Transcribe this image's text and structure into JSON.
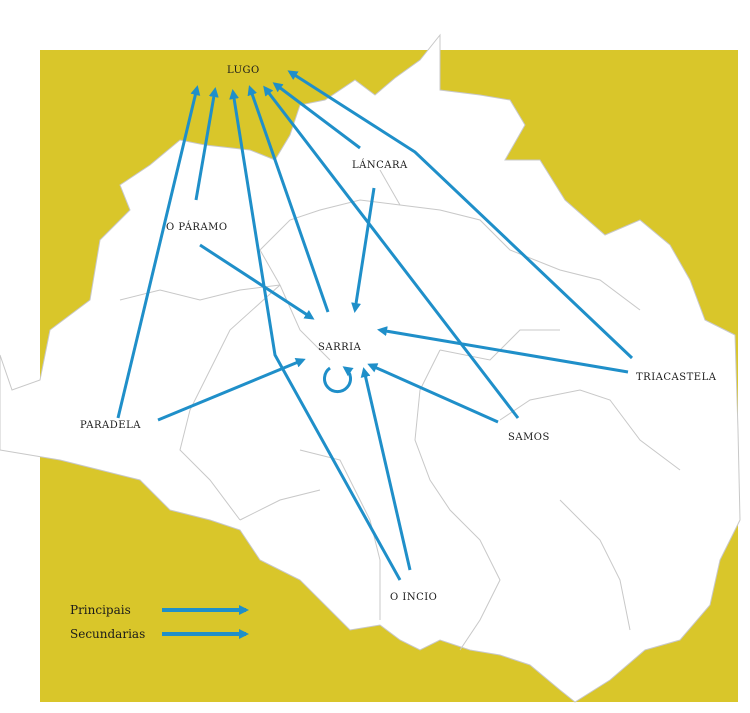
{
  "colors": {
    "background_yellow": "#d9c62a",
    "land_white": "#ffffff",
    "border_gray": "#b8b8b8",
    "arrow_blue": "#1f8fc9",
    "text_dark": "#1a1a1a"
  },
  "places": {
    "lugo": "LUGO",
    "lancara": "LÁNCARA",
    "o_paramo": "O PÁRAMO",
    "sarria": "SARRIA",
    "triacastela": "TRIACASTELA",
    "paradela": "PARADELA",
    "samos": "SAMOS",
    "o_incio": "O INCIO"
  },
  "legend": {
    "principais": "Principais",
    "secundarias": "Secundarias"
  }
}
